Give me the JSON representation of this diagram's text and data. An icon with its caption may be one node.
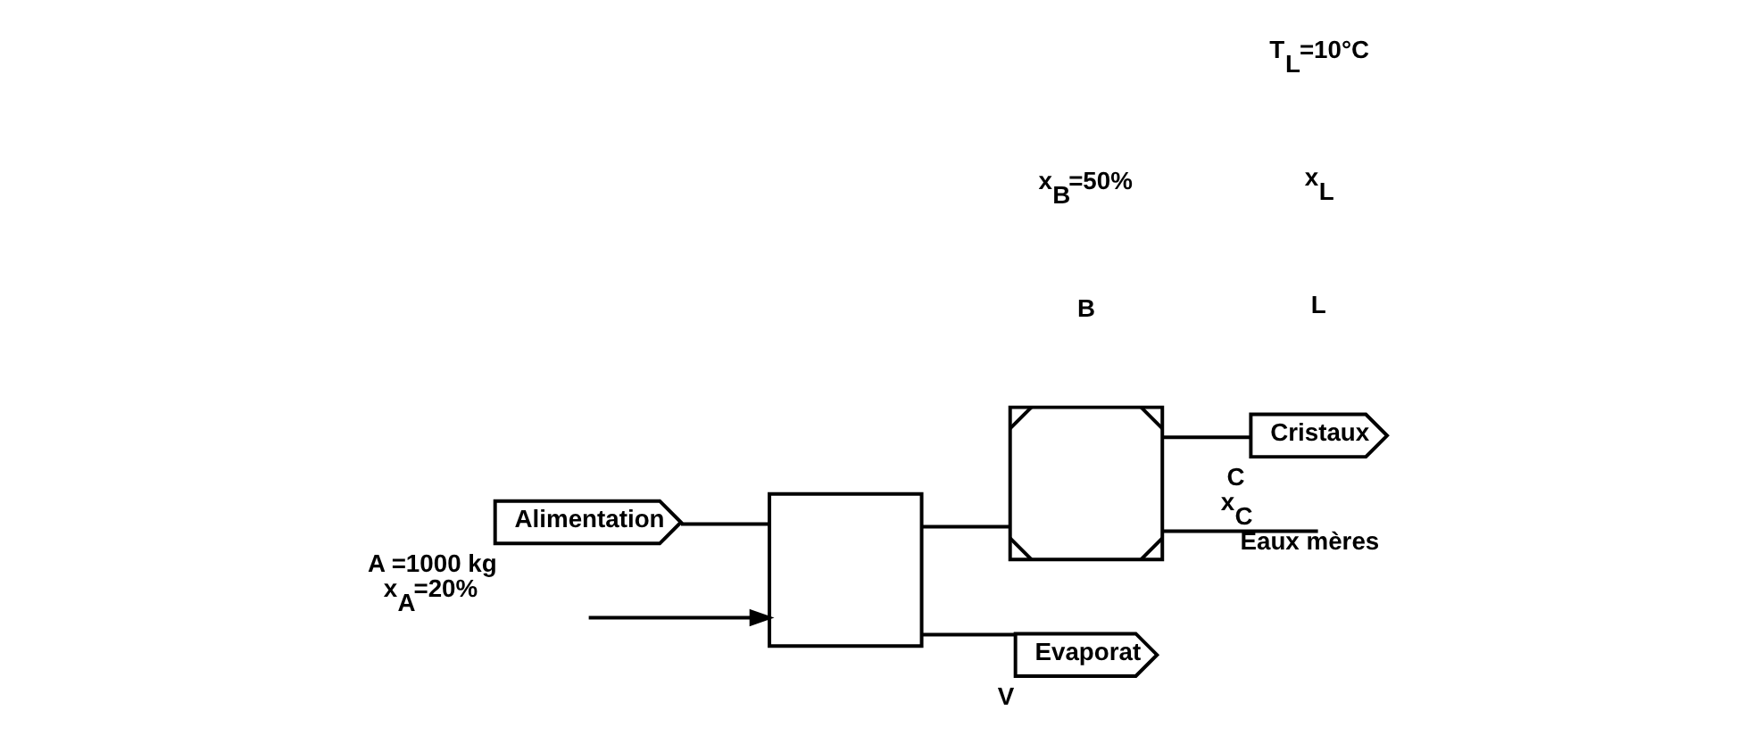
{
  "diagram": {
    "nodes": [
      {
        "text": [
          "Alimentation"
        ],
        "beside": [
          "A =1000 kg",
          "x$_{A}$=20%"
        ]
      },
      {
        "text": [],
        "shape": "box"
      },
      {
        "text": [],
        "shape": "box"
      },
      {
        "text": [
          "Evaporat"
        ],
        "beside": [
          "V"
        ]
      },
      {
        "text": [
          "Cristaux"
        ],
        "beside": [
          "C",
          "x$_{C}$"
        ]
      }
    ],
    "edges": [
      {
        "from": 0,
        "to": 1,
        "arrow": "none"
      },
      {
        "from": 1,
        "to": 3,
        "arrow": "none"
      },
      {
        "from": null,
        "to": 1,
        "arrow": "to"
      },
      {
        "from": 1,
        "to": 2,
        "arrow": "none"
      },
      {
        "from": 2,
        "to": null,
        "arrow": "none",
        "label": "Eaux mères"
      },
      {
        "from": 2,
        "to": 4,
        "arrow": "none"
      }
    ],
    "labels": [
      "L",
      "x$_{L}$",
      "T$_{L}$=10°C",
      "B",
      "x$_{B}$=50%"
    ]
  }
}
